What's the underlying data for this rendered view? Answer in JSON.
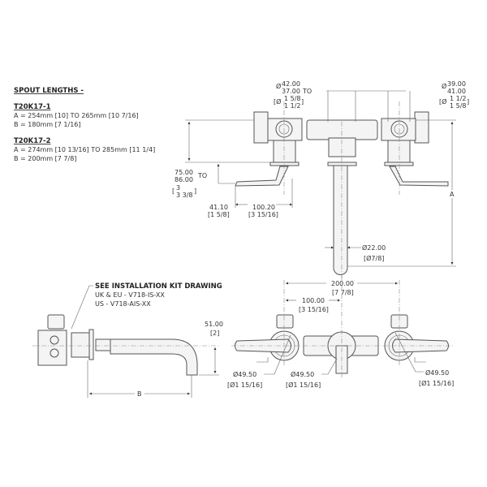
{
  "spout_lengths": {
    "heading": "SPOUT LENGTHS -",
    "models": [
      {
        "name": "T20K17-1",
        "a": "A = 254mm [10] TO 265mm [10 7/16]",
        "b": "B = 180mm [7 1/16]"
      },
      {
        "name": "T20K17-2",
        "a": "A = 274mm [10 13/16] TO 285mm [11 1/4]",
        "b": "B = 200mm [7 7/8]"
      }
    ]
  },
  "top_view": {
    "left_dia": {
      "top": "42.00",
      "bottom": "37.00",
      "in_top": "1 5/8",
      "in_bottom": "1 1/2"
    },
    "to_label": "TO",
    "right_dia": {
      "top": "39.00",
      "bottom": "41.00",
      "in_top": "1 1/2",
      "in_bottom": "1 5/8"
    },
    "height": {
      "line1": "75.00",
      "line2": "86.00",
      "to": "TO",
      "in1": "3",
      "in2": "3 3/8"
    },
    "offset": {
      "mm": "41.10",
      "in": "[1 5/8]"
    },
    "lever": {
      "mm": "100.20",
      "in": "[3 15/16]"
    },
    "spout_dia": {
      "mm": "Ø22.00",
      "in": "[Ø7/8]"
    },
    "a_label": "A"
  },
  "side_view": {
    "note_title": "SEE INSTALLATION KIT DRAWING",
    "note_lines": [
      "UK & EU - V718-IS-XX",
      "US - V718-AIS-XX"
    ],
    "drop": {
      "mm": "51.00",
      "in": "[2]"
    },
    "b_label": "B"
  },
  "front_view": {
    "overall": {
      "mm": "200.00",
      "in": "[7 7/8]"
    },
    "half": {
      "mm": "100.00",
      "in": "[3 15/16]"
    },
    "dias": [
      {
        "mm": "Ø49.50",
        "in": "[Ø1 15/16]"
      },
      {
        "mm": "Ø49.50",
        "in": "[Ø1 15/16]"
      },
      {
        "mm": "Ø49.50",
        "in": "[Ø1 15/16]"
      }
    ]
  }
}
